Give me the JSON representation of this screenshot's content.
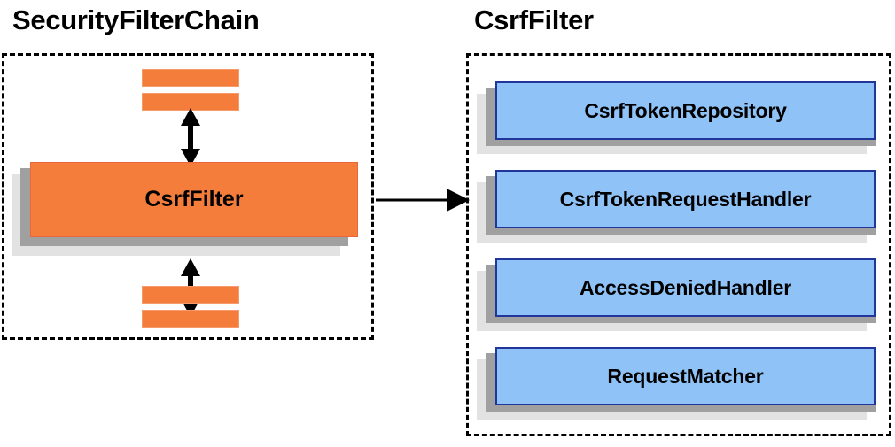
{
  "diagram": {
    "left_panel": {
      "title": "SecurityFilterChain",
      "filter_box_label": "CsrfFilter",
      "bars_above_count": 2,
      "bars_below_count": 2,
      "box_fill_color": "#f47d3c",
      "box_border_color": "#e8673b"
    },
    "right_panel": {
      "title": "CsrfFilter",
      "components": [
        {
          "label": "CsrfTokenRepository"
        },
        {
          "label": "CsrfTokenRequestHandler"
        },
        {
          "label": "AccessDeniedHandler"
        },
        {
          "label": "RequestMatcher"
        }
      ],
      "box_fill_color": "#8fc3f7",
      "box_border_color": "#20369b"
    },
    "connectors": {
      "panel_link": "arrow-right",
      "chain_link_above": "arrow-double-vertical",
      "chain_link_below": "arrow-double-vertical"
    },
    "shadow_colors": {
      "back": "#e2e2e2",
      "mid": "#a0a0a0"
    },
    "panel_border_color": "#000000"
  }
}
